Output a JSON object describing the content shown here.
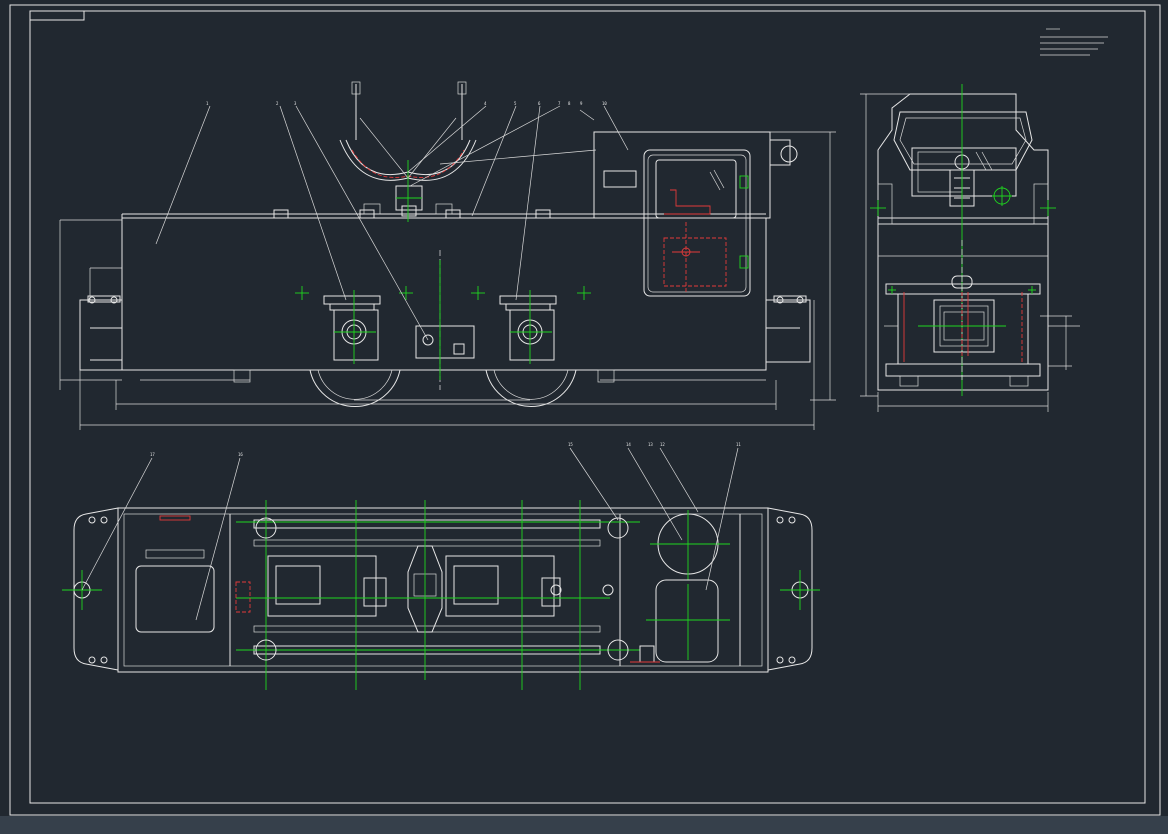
{
  "drawing": {
    "notes_title": "",
    "notes": [
      "",
      "",
      "",
      ""
    ],
    "dimensions": {
      "front_overall": "",
      "front_wheelbase": "",
      "front_end": "",
      "side_height": "",
      "side_width": ""
    },
    "balloons": {
      "front": [
        "1",
        "2",
        "3",
        "4",
        "5",
        "6",
        "7",
        "8",
        "9",
        "10"
      ],
      "plan": [
        "17",
        "16",
        "15",
        "14",
        "13",
        "12",
        "11"
      ]
    },
    "colors": {
      "background": "#212830",
      "outline": "#e6e6e6",
      "centerline": "#1fd61f",
      "highlight": "#e23a3a",
      "statusbar": "#36404b"
    }
  }
}
